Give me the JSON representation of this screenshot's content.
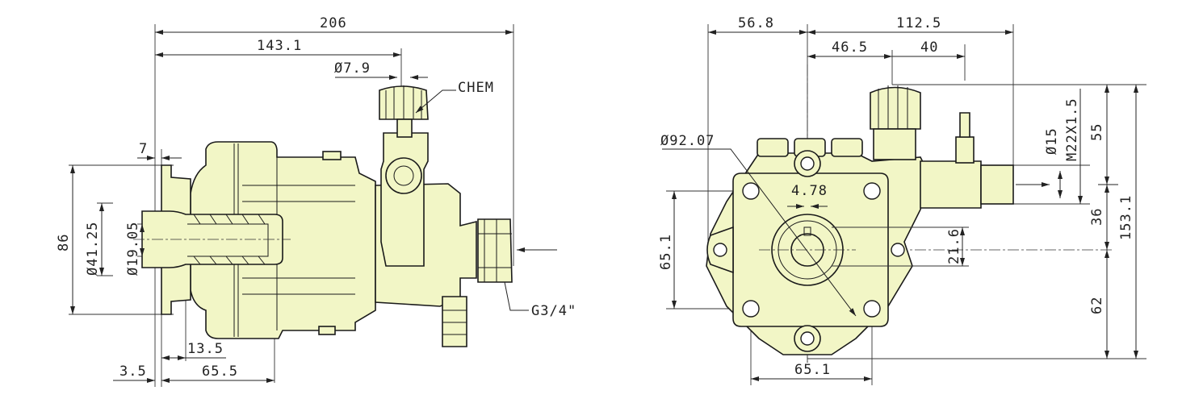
{
  "side_view": {
    "overall_length": "206",
    "inlet_position": "143.1",
    "chem_diameter": "Ø7.9",
    "chem_label": "CHEM",
    "flange_thickness": "7",
    "flange_height": "86",
    "shaft_pilot_diameter": "Ø41.25",
    "shaft_diameter": "Ø19.05",
    "shaft_step": "13.5",
    "shaft_offset": "3.5",
    "shaft_length": "65.5",
    "inlet_thread": "G3/4\""
  },
  "front_view": {
    "left_to_center": "56.8",
    "center_to_outlet": "112.5",
    "center_to_unloader": "46.5",
    "unloader_to_chem": "40",
    "bolt_circle": "Ø92.07",
    "keyway": "4.78",
    "bolt_spacing_vertical": "65.1",
    "shaft_height": "21.6",
    "bolt_spacing_horizontal": "65.1",
    "outlet_bore": "Ø15",
    "outlet_thread": "M22X1.5",
    "top_to_outlet": "55",
    "outlet_to_center": "36",
    "center_to_bottom": "62",
    "overall_height": "153.1"
  },
  "colors": {
    "part_fill": "#f2f6c6",
    "line": "#1a1a1a"
  }
}
